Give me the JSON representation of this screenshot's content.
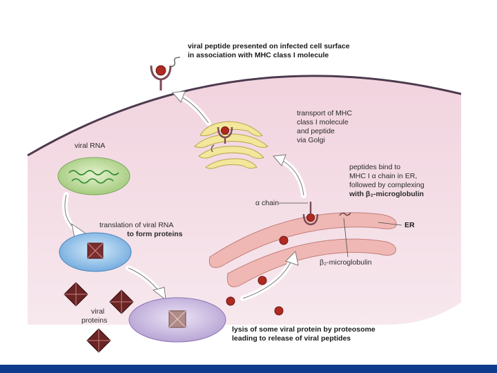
{
  "colors": {
    "cytoplasm": "#f3dbe3",
    "membrane": "#4d3a4e",
    "er": "#efb8b4",
    "golgi": "#f2e79a",
    "rna_vesicle": "#bcd89a",
    "ribosome_cell": "#8fc0e8",
    "proteasome": "#c9b8df",
    "peptide": "#b02a22",
    "viral_protein": "#6b2424",
    "bottom_bar": "#0f3b8c"
  },
  "labels": {
    "surface_line1": "viral peptide presented on infected cell surface",
    "surface_line2": "in association with MHC class I molecule",
    "transport_line1": "transport of MHC",
    "transport_line2": "class I molecule",
    "transport_line3": "and peptide",
    "transport_line4": "via Golgi",
    "viral_rna": "viral RNA",
    "bind_line1": "peptides bind to",
    "bind_line2": "MHC I α chain in ER,",
    "bind_line3": "followed by complexing",
    "bind_line4": "with β₂-microglobulin",
    "alpha_chain": "α chain",
    "er": "ER",
    "translation_line1": "translation of viral RNA",
    "translation_line2": "to form proteins",
    "b2m": "β₂-microglobulin",
    "viral_proteins_line1": "viral",
    "viral_proteins_line2": "proteins",
    "lysis_line1": "lysis of some viral protein by proteosome",
    "lysis_line2": "leading to release of viral peptides"
  }
}
